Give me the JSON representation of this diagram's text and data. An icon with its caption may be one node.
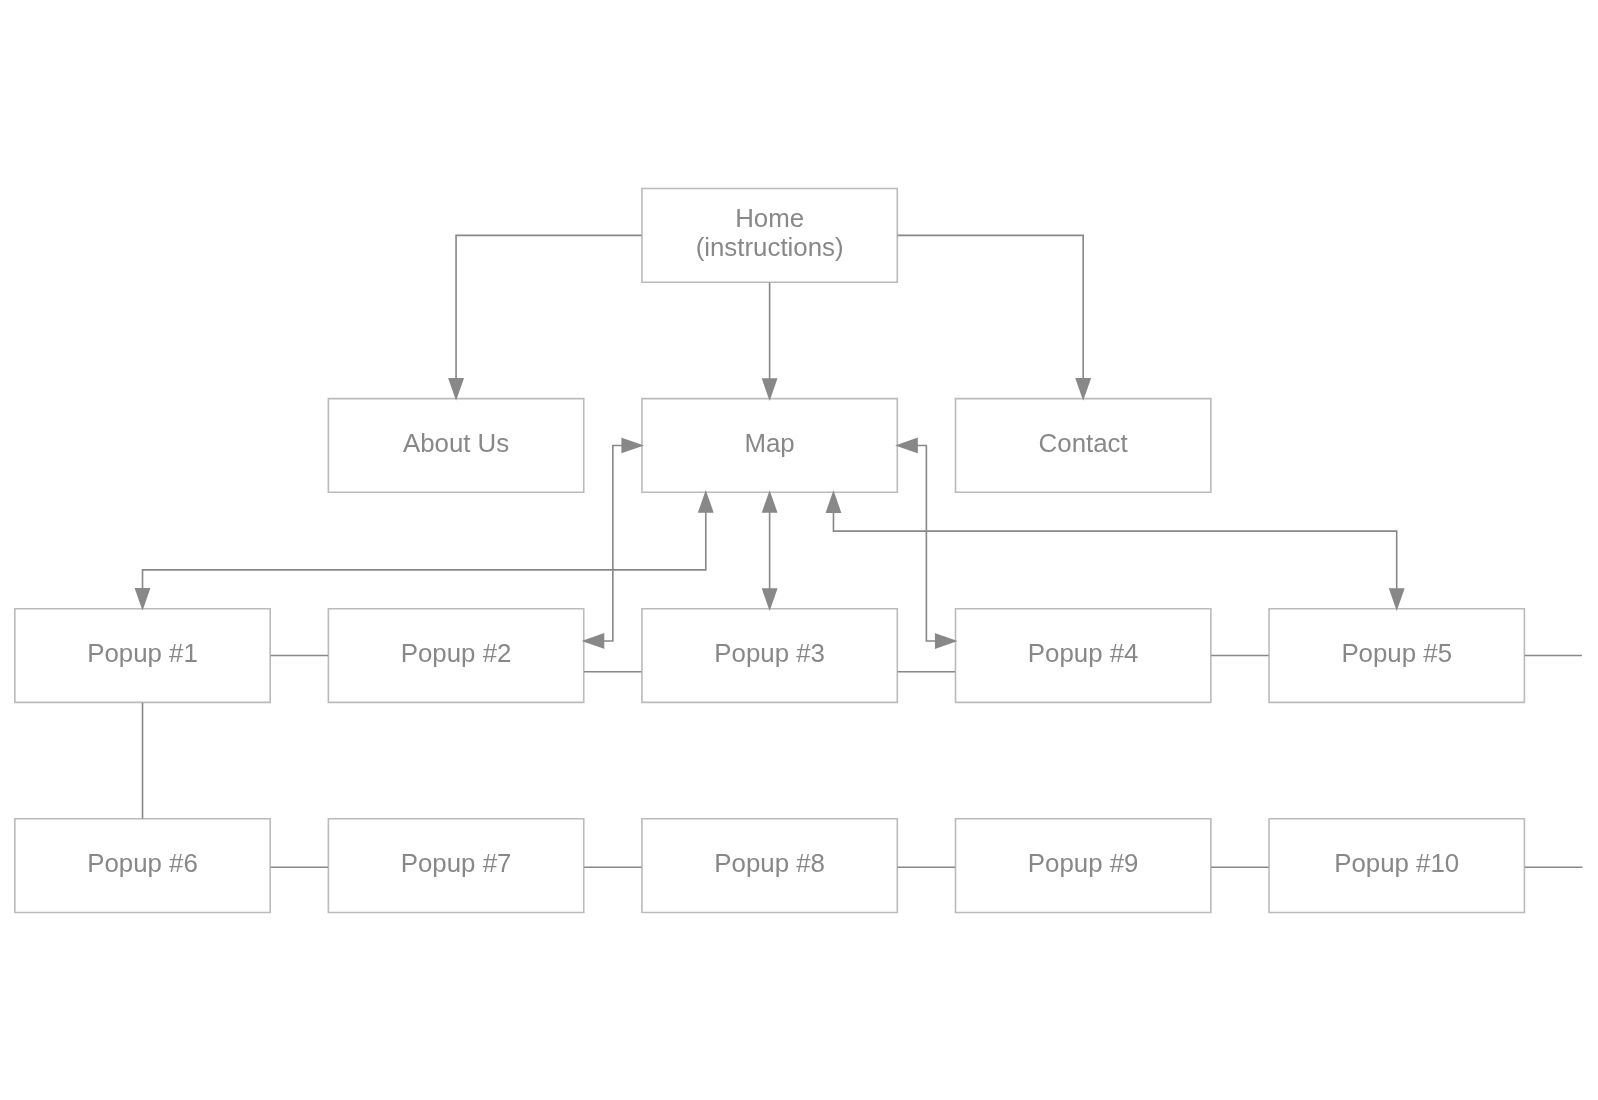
{
  "diagram": {
    "nodes": [
      {
        "text": [
          "Home",
          "(instructions)"
        ]
      },
      {
        "text": [
          "About Us"
        ]
      },
      {
        "text": [
          "Map"
        ]
      },
      {
        "text": [
          "Contact"
        ]
      },
      {
        "text": [
          "Popup #1"
        ]
      },
      {
        "text": [
          "Popup #2"
        ]
      },
      {
        "text": [
          "Popup #3"
        ]
      },
      {
        "text": [
          "Popup #4"
        ]
      },
      {
        "text": [
          "Popup #5"
        ]
      },
      {
        "text": [
          "Popup #6"
        ]
      },
      {
        "text": [
          "Popup #7"
        ]
      },
      {
        "text": [
          "Popup #8"
        ]
      },
      {
        "text": [
          "Popup #9"
        ]
      },
      {
        "text": [
          "Popup #10"
        ]
      }
    ],
    "edges": [
      {
        "from": 0,
        "to": 1,
        "arrow": "to"
      },
      {
        "from": 0,
        "to": 2,
        "arrow": "to"
      },
      {
        "from": 0,
        "to": 3,
        "arrow": "to"
      },
      {
        "from": 2,
        "to": 4,
        "arrow": "both"
      },
      {
        "from": 2,
        "to": 5,
        "arrow": "both"
      },
      {
        "from": 2,
        "to": 6,
        "arrow": "both"
      },
      {
        "from": 2,
        "to": 7,
        "arrow": "both"
      },
      {
        "from": 2,
        "to": 8,
        "arrow": "both"
      },
      {
        "from": 4,
        "to": 5,
        "arrow": "none"
      },
      {
        "from": 5,
        "to": 6,
        "arrow": "none"
      },
      {
        "from": 6,
        "to": 7,
        "arrow": "none"
      },
      {
        "from": 7,
        "to": 8,
        "arrow": "none"
      },
      {
        "from": 8,
        "to": null,
        "arrow": "none"
      },
      {
        "from": 4,
        "to": 9,
        "arrow": "none"
      },
      {
        "from": 9,
        "to": 10,
        "arrow": "none"
      },
      {
        "from": 10,
        "to": 11,
        "arrow": "none"
      },
      {
        "from": 11,
        "to": 12,
        "arrow": "none"
      },
      {
        "from": 12,
        "to": 13,
        "arrow": "none"
      },
      {
        "from": 13,
        "to": null,
        "arrow": "none"
      }
    ]
  }
}
